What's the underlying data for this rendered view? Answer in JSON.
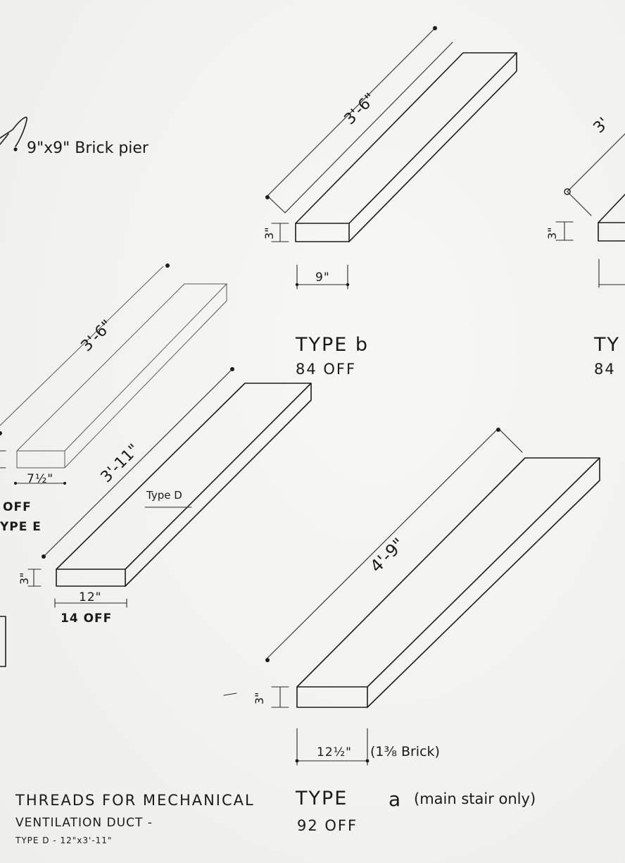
{
  "pier": {
    "label": "9\"x9\" Brick pier"
  },
  "type_b": {
    "length": "3'-6\"",
    "height": "3\"",
    "width": "9\"",
    "name": "TYPE b",
    "qty": "84 OFF"
  },
  "type_c_partial": {
    "length": "3'",
    "height": "3\"",
    "name": "TY",
    "qty": "84"
  },
  "type_e": {
    "length": "3'-6\"",
    "width": "7½\"",
    "qty": "OFF",
    "name": "YPE E"
  },
  "type_d": {
    "length": "3'-11\"",
    "tag": "Type D",
    "height": "3\"",
    "width": "12\"",
    "qty": "14 OFF"
  },
  "type_a": {
    "length": "4'-9\"",
    "height": "3\"",
    "width": "12½\"",
    "width_note": "(1⅜ Brick)",
    "name": "TYPE",
    "name_letter": "a",
    "name_note": "(main stair only)",
    "qty": "92 OFF"
  },
  "footer": {
    "line1": "THREADS FOR MECHANICAL",
    "line2": "VENTILATION DUCT -",
    "line3": "TYPE D - 12\"x3'-11\""
  }
}
